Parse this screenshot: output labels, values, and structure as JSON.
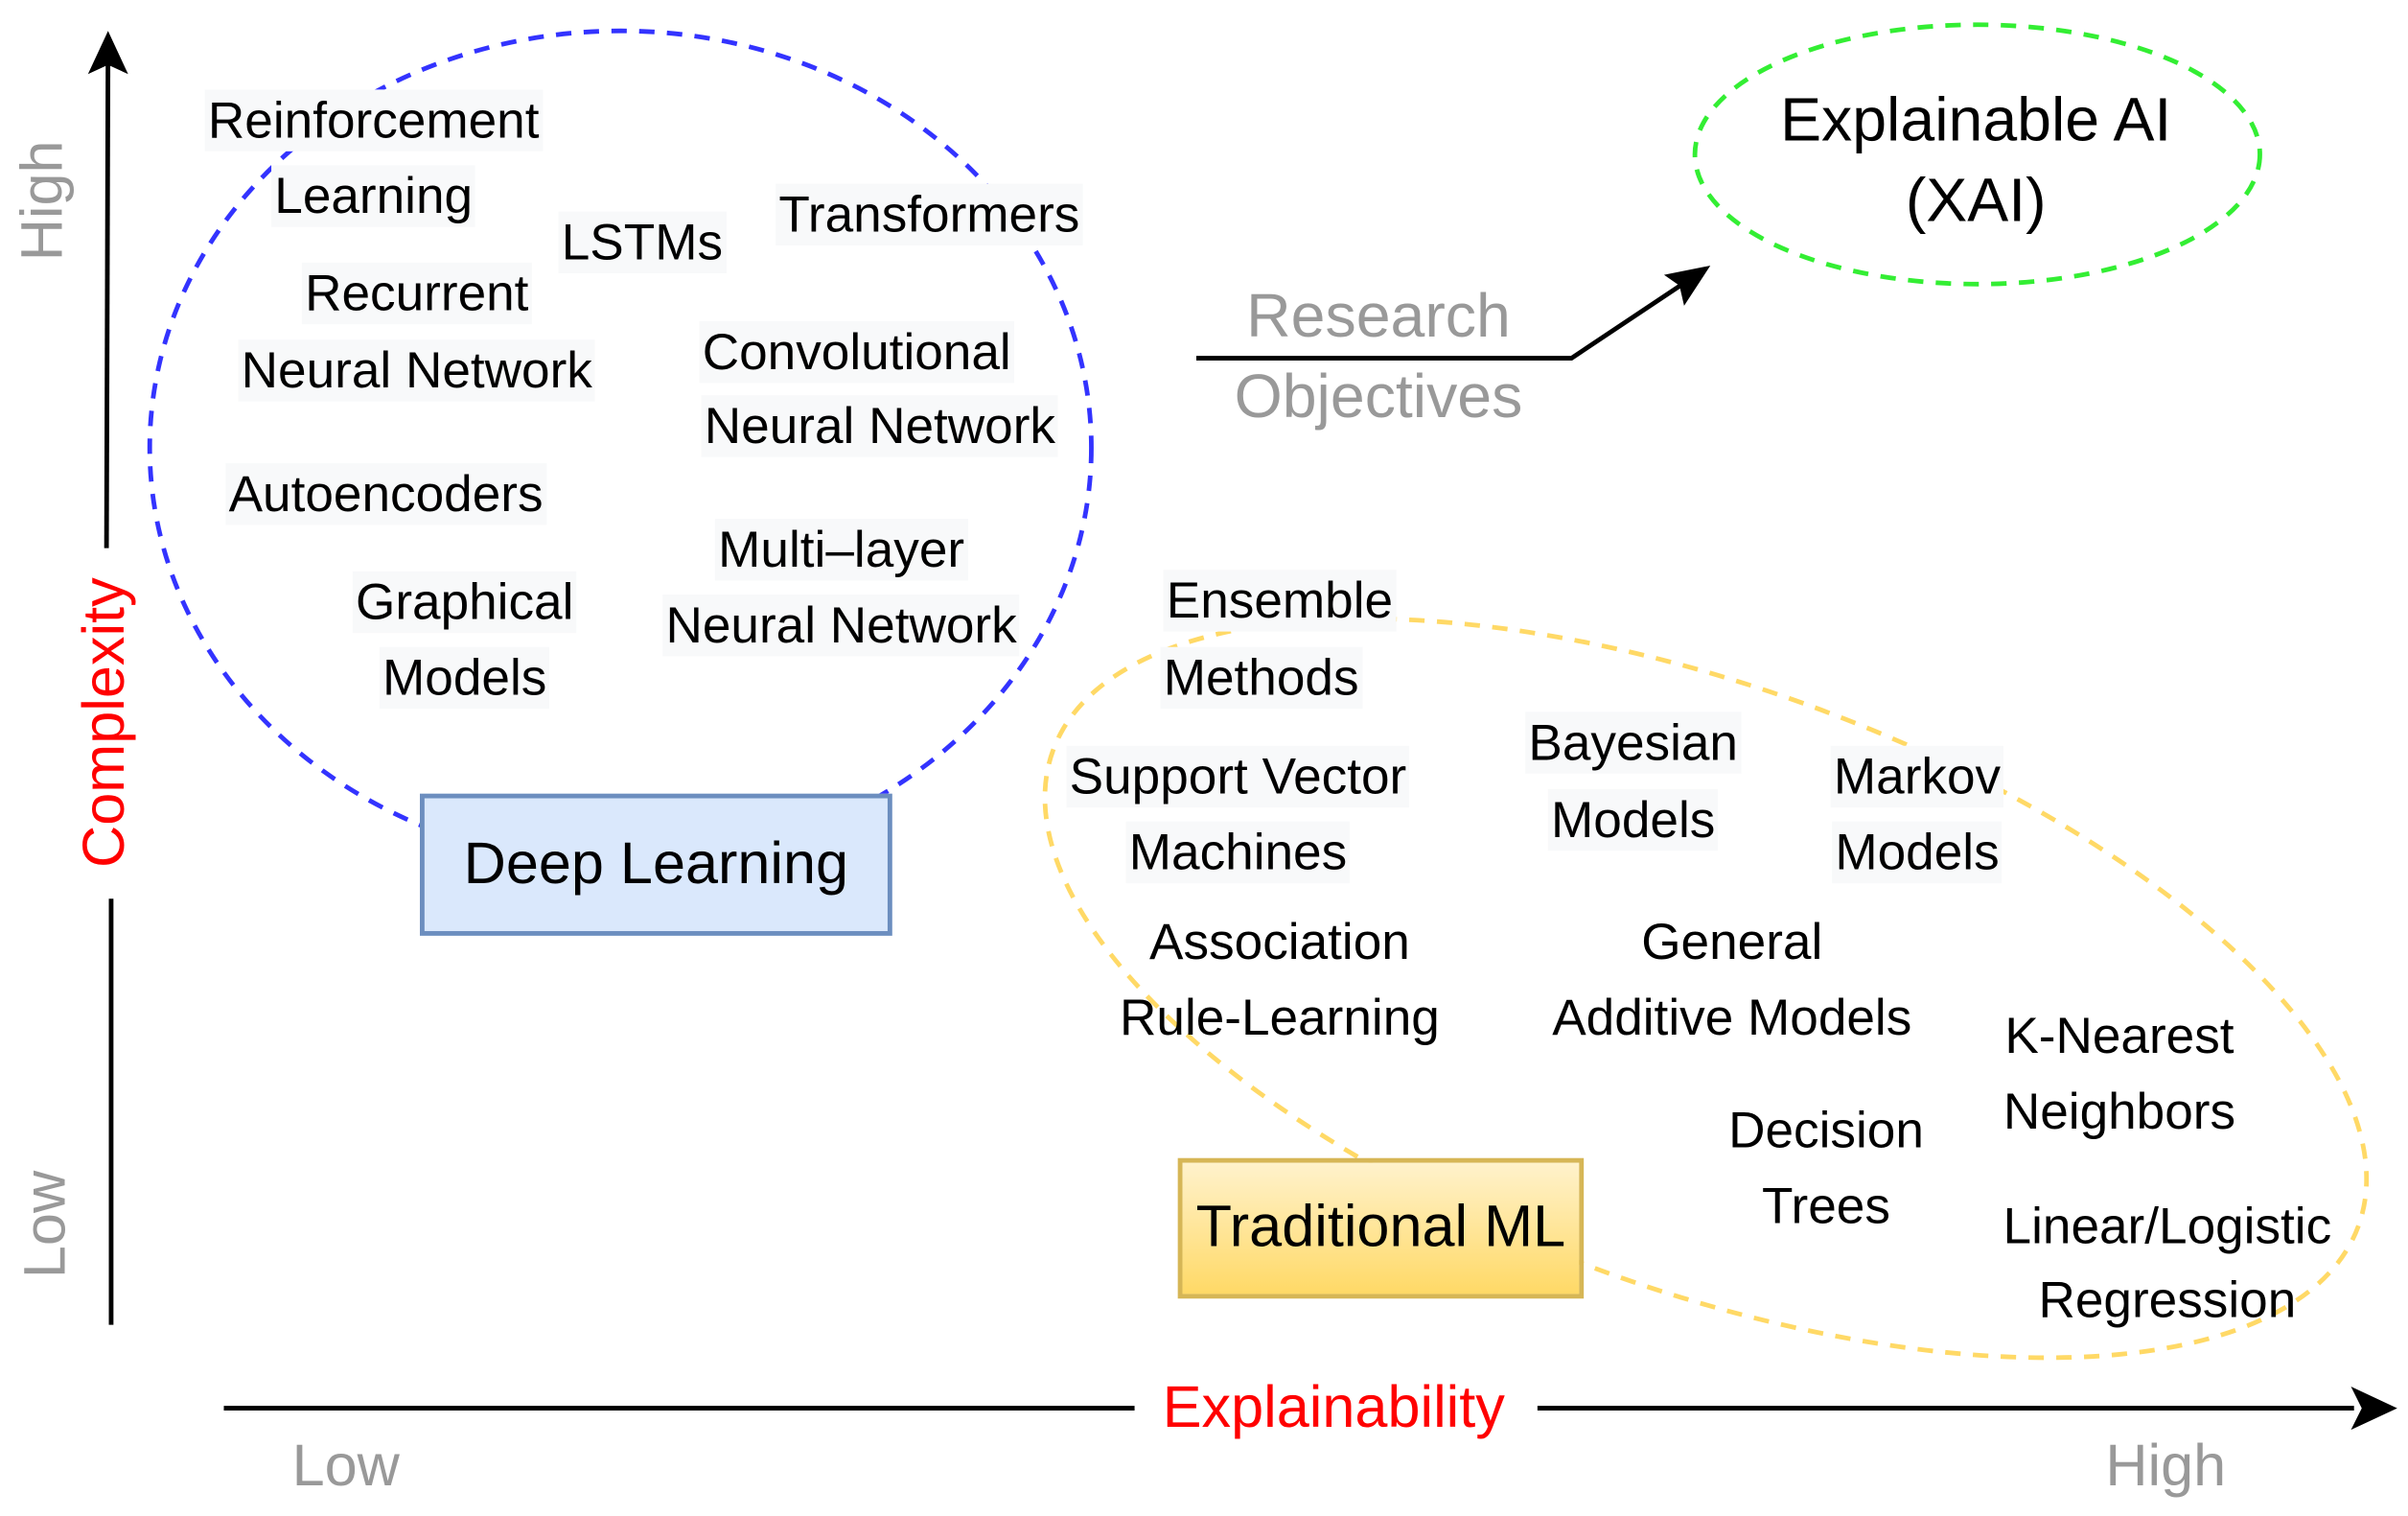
{
  "axes": {
    "y_label": "Complexity",
    "y_high": "High",
    "y_low": "Low",
    "x_label": "Explainability",
    "x_low": "Low",
    "x_high": "High"
  },
  "groups": {
    "deep_learning": "Deep Learning",
    "traditional_ml": "Traditional ML",
    "xai_line1": "Explainable AI",
    "xai_line2": "(XAI)"
  },
  "research": {
    "line1": "Research",
    "line2": "Objectives"
  },
  "deep_learning_methods": [
    "Reinforcement",
    "Learning",
    "LSTMs",
    "Transformers",
    "Recurrent",
    "Neural Network",
    "Convolutional",
    "Neural Network",
    "Autoencoders",
    "Multi–layer",
    "Neural Network",
    "Graphical",
    "Models"
  ],
  "traditional_methods": [
    "Ensemble",
    "Methods",
    "Support Vector",
    "Machines",
    "Bayesian",
    "Models",
    "Markov",
    "Models",
    "Association",
    "Rule-Learning",
    "General",
    "Additive Models",
    "K-Nearest",
    "Neighbors",
    "Decision",
    "Trees",
    "Linear/Logistic",
    "Regression"
  ],
  "colors": {
    "deep_learning_ring": "#3333ff",
    "traditional_ring": "#ffd966",
    "xai_ring": "#33ee33",
    "axis_label": "#ff0000"
  }
}
